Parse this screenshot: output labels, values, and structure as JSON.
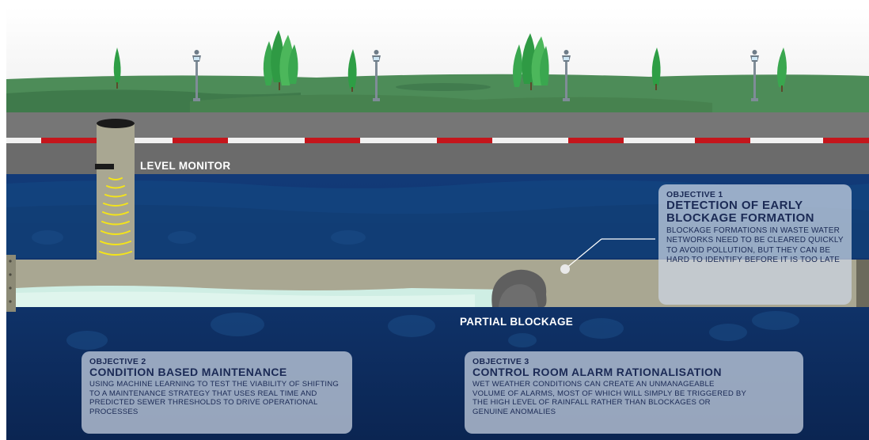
{
  "labels": {
    "level_monitor": "LEVEL MONITOR",
    "partial_blockage": "PARTIAL BLOCKAGE"
  },
  "objectives": [
    {
      "kicker": "OBJECTIVE 1",
      "heading": "DETECTION OF EARLY BLOCKAGE FORMATION",
      "body": "BLOCKAGE FORMATIONS IN  WASTE WATER NETWORKS NEED TO BE CLEARED QUICKLY TO AVOID POLLUTION, BUT THEY CAN BE HARD TO IDENTIFY BEFORE IT IS TOO LATE"
    },
    {
      "kicker": "OBJECTIVE 2",
      "heading": "CONDITION BASED MAINTENANCE",
      "body": "USING MACHINE LEARNING TO TEST THE VIABILITY OF SHIFTING TO A MAINTENANCE STRATEGY THAT USES REAL TIME AND PREDICTED SEWER THRESHOLDS TO DRIVE OPERATIONAL PROCESSES"
    },
    {
      "kicker": "OBJECTIVE 3",
      "heading": "CONTROL ROOM ALARM RATIONALISATION",
      "body": "WET WEATHER CONDITIONS CAN CREATE AN UNMANAGEABLE VOLUME OF ALARMS, MOST OF WHICH WILL SIMPLY BE TRIGGERED BY THE HIGH LEVEL OF RAINFALL RATHER THAN BLOCKAGES OR GENUINE ANOMALIES"
    }
  ],
  "colors": {
    "grass": "#4f8a56",
    "road": "#6d6d6d",
    "underground": "#0f3166",
    "pipe": "#a8a690",
    "water": "#c9ece0",
    "sensor_waves": "#f5e61e"
  }
}
